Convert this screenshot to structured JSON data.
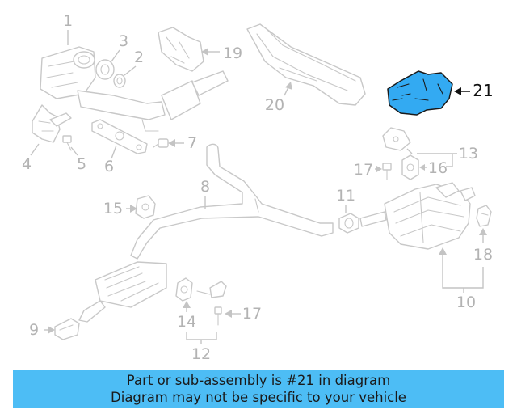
{
  "callouts": {
    "c1": "1",
    "c2": "2",
    "c3": "3",
    "c4": "4",
    "c5": "5",
    "c6": "6",
    "c7": "7",
    "c8": "8",
    "c9": "9",
    "c10": "10",
    "c11": "11",
    "c12": "12",
    "c13": "13",
    "c14": "14",
    "c15": "15",
    "c16": "16",
    "c17a": "17",
    "c17b": "17",
    "c18": "18",
    "c19": "19",
    "c20": "20",
    "c21": "21"
  },
  "highlighted_part": "21",
  "colors": {
    "highlight_fill": "#33aaf2",
    "banner_background": "#4dbdf5",
    "line_gray": "#c8c8c8"
  },
  "banner": {
    "line1": "Part or sub-assembly is #21 in diagram",
    "line2": "Diagram may not be specific to your vehicle"
  }
}
